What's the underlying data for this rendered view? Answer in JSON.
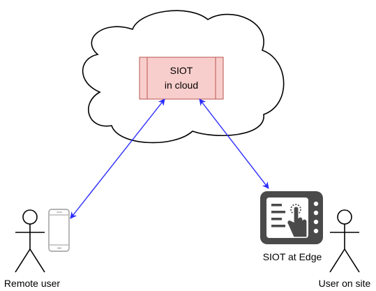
{
  "colors": {
    "arrow": "#2a2aff",
    "box_fill": "#f8cecc",
    "box_stroke": "#b85450",
    "device_dark": "#4a4a4a",
    "phone_stroke": "#9a9a9a"
  },
  "nodes": {
    "cloud": {
      "icon": "cloud-icon",
      "box": {
        "line1": "SIOT",
        "line2": "in cloud"
      }
    },
    "remote_user": {
      "icon": "stick-figure-icon",
      "label": "Remote user",
      "device_icon": "smartphone-icon"
    },
    "edge_device": {
      "icon": "touch-panel-icon",
      "label": "SIOT at Edge"
    },
    "site_user": {
      "icon": "stick-figure-icon",
      "label": "User on site"
    }
  },
  "edges": [
    {
      "from": "cloud",
      "to": "remote_user",
      "type": "bidirectional-arrow"
    },
    {
      "from": "cloud",
      "to": "edge_device",
      "type": "bidirectional-arrow"
    }
  ]
}
